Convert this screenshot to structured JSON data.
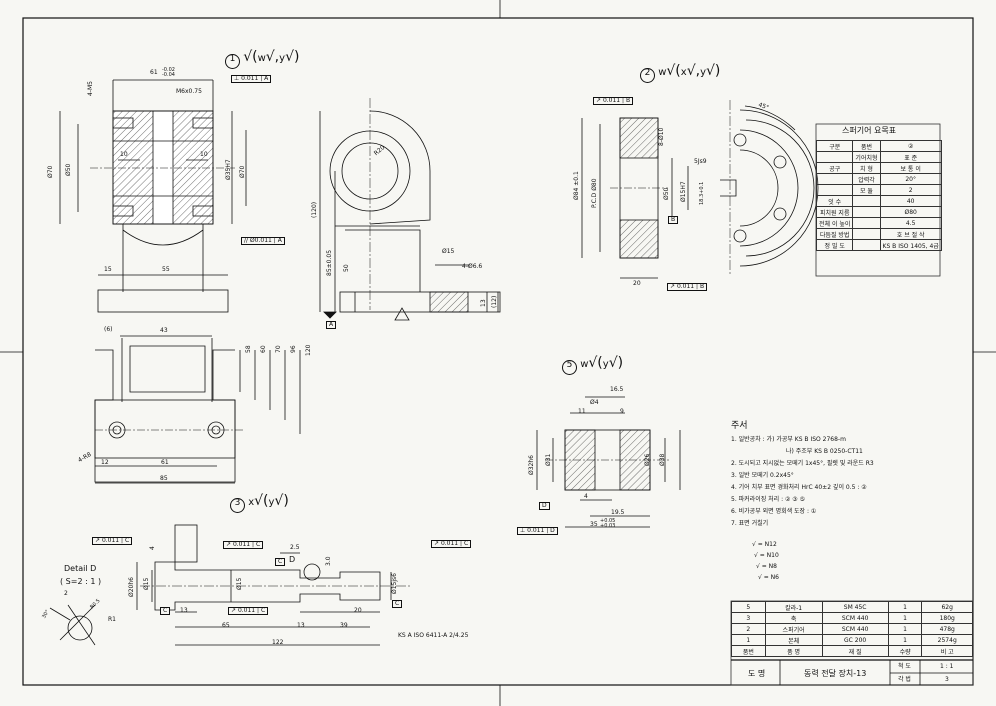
{
  "views": {
    "v1": {
      "no": "1",
      "finish": "w",
      "finish2": "y"
    },
    "v2": {
      "no": "2",
      "finish": "w",
      "finish2": "x",
      "finish3": "y"
    },
    "v3": {
      "no": "3",
      "finish": "x",
      "finish2": "y"
    },
    "v5": {
      "no": "5",
      "finish": "w",
      "finish2": "y"
    }
  },
  "dims": {
    "d61": "61",
    "d61tol": "-0.02\n-0.04",
    "m6": "M6x0.75",
    "m5": "4-M5",
    "d70a": "Ø70",
    "d50": "Ø50",
    "d35h7": "Ø35H7",
    "d70b": "Ø70",
    "d10a": "10",
    "d10b": "10",
    "d15": "15",
    "d55": "55",
    "r20": "R20",
    "d120": "(120)",
    "d85": "85±0.05",
    "d50b": "50",
    "d15b": "Ø15",
    "d66": "4-Ø6.6",
    "d13": "13",
    "d12": "(12)",
    "d6": "(6)",
    "d43": "43",
    "d58": "58",
    "d60": "60",
    "d70c": "70",
    "d96": "96",
    "d120b": "120",
    "d4r8": "4-R8",
    "d12b": "12",
    "d61b": "61",
    "d85b": "85",
    "d84": "Ø84 ±0.1",
    "pcd": "P.C.D Ø80",
    "d50c": "Ø50",
    "d15h7": "Ø15H7",
    "d8": "8-Ø10",
    "d20": "20",
    "ang45": "45°",
    "d5js9": "5Js9",
    "d183": "18.3+0.1",
    "d165": "16.5",
    "d4": "Ø4",
    "d11": "11",
    "d9": "9",
    "d32": "Ø32h6",
    "d31": "Ø31",
    "d26": "Ø26",
    "d38": "Ø38",
    "d4b": "4",
    "d195": "19.5",
    "d35": "35",
    "d35tol": "+0.05\n+0.03",
    "d25": "2.5",
    "d65": "65",
    "d13b": "13",
    "d39": "39",
    "d122": "122",
    "d20b": "20",
    "d13c": "13",
    "d20h6": "Ø20h6",
    "d15c": "Ø15",
    "d15d": "Ø15",
    "d15js": "Ø15js6",
    "ks": "KS A ISO 6411-A 2/4.25",
    "d30": "3.0",
    "d4c": "4"
  },
  "frames": {
    "f1": {
      "tol": "0.011",
      "datum": "A"
    },
    "f2": {
      "tol": "Ø0.011",
      "datum": "A"
    },
    "f3": {
      "tol": "0.011",
      "datum": "B"
    },
    "f4": {
      "tol": "0.011",
      "datum": "B"
    },
    "f5": {
      "tol": "0.011",
      "datum": "C"
    },
    "f6": {
      "tol": "0.011",
      "datum": "C"
    },
    "f7": {
      "tol": "0.011",
      "datum": "C"
    },
    "f8": {
      "tol": "0.011",
      "datum": "C"
    },
    "f9": {
      "tol": "0.011",
      "datum": "D"
    }
  },
  "datums": {
    "a": "A",
    "b": "B",
    "c1": "C",
    "c2": "C",
    "c3": "C",
    "d": "D"
  },
  "detail": {
    "title": "Detail D",
    "scale": "( S=2 : 1 )",
    "d2": "2",
    "r1": "R1",
    "r05": "R0.5",
    "ang": "30°",
    "d": "D"
  },
  "spur_table": {
    "title": "스퍼기어 요목표",
    "rows": [
      [
        "구분",
        "품번",
        "②"
      ],
      [
        "",
        "기어치형",
        "표  준"
      ],
      [
        "공구",
        "치  형",
        "보 통 이"
      ],
      [
        "",
        "압력각",
        "20°"
      ],
      [
        "",
        "모  듈",
        "2"
      ],
      [
        "잇 수",
        "",
        "40"
      ],
      [
        "피치원 지름",
        "",
        "Ø80"
      ],
      [
        "전체 이 높이",
        "",
        "4.5"
      ],
      [
        "다듬질 방법",
        "",
        "호 브 절 삭"
      ],
      [
        "정 밀 도",
        "",
        "KS B ISO 1405, 4급"
      ]
    ]
  },
  "notes": {
    "title": "주서",
    "lines": [
      "1. 일반공차 : 가) 가공부 KS B ISO 2768-m",
      "나) 주조부 KS B 0250-CT11",
      "2. 도시되고 지시없는 모떼기 1x45°, 필렛 및 라운드 R3",
      "3. 일반 모떼기 0.2x45°",
      "4. 기어 치부 표면 경화처리 HrC 40±2 깊이 0.5 : ②",
      "5. 파커라이징 처리 : ② ③ ⑤",
      "6. 비가공부 외면 명회색 도장 : ①",
      "7. 표면 거칠기"
    ],
    "rough": [
      "N12",
      "N10",
      "N8",
      "N6"
    ]
  },
  "parts": {
    "header": [
      "품번",
      "품  명",
      "재  질",
      "수량",
      "비  고"
    ],
    "rows": [
      [
        "5",
        "칼라-1",
        "SM 45C",
        "1",
        "62g"
      ],
      [
        "3",
        "축",
        "SCM 440",
        "1",
        "180g"
      ],
      [
        "2",
        "스퍼기어",
        "SCM 440",
        "1",
        "478g"
      ],
      [
        "1",
        "본체",
        "GC 200",
        "1",
        "2574g"
      ]
    ]
  },
  "title_block": {
    "label_drawing": "도  명",
    "drawing_name": "동력 전달 장치-13",
    "scale_label": "척 도",
    "scale": "1 : 1",
    "angle_label": "각 법",
    "angle": "3"
  }
}
